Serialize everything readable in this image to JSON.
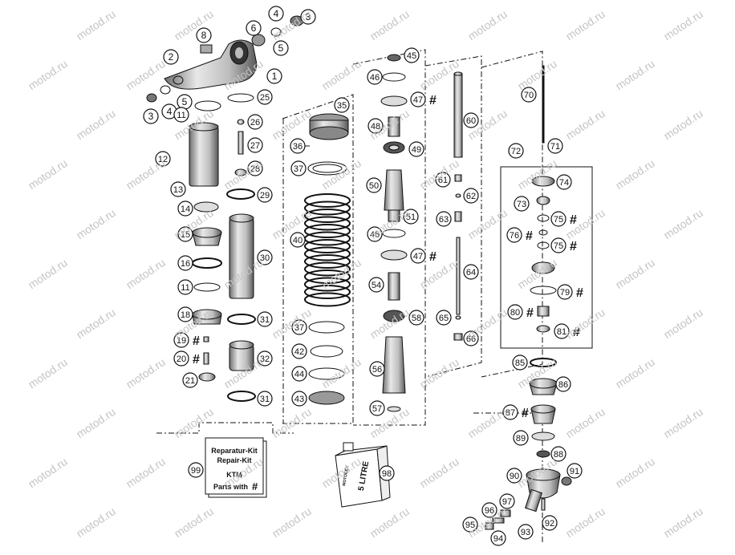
{
  "watermark": "motod.ru",
  "colors": {
    "line": "#111111",
    "part_fill": "#dcdcdc",
    "part_dark": "#8a8a8a",
    "watermark": "#c4c4c4"
  },
  "callouts": [
    "1",
    "2",
    "3",
    "4",
    "5",
    "6",
    "8",
    "11",
    "12",
    "13",
    "14",
    "15",
    "16",
    "18",
    "19",
    "20",
    "21",
    "25",
    "26",
    "27",
    "28",
    "29",
    "30",
    "31",
    "32",
    "35",
    "36",
    "37",
    "40",
    "42",
    "43",
    "44",
    "45",
    "46",
    "47",
    "48",
    "49",
    "50",
    "51",
    "54",
    "56",
    "57",
    "58",
    "60",
    "61",
    "62",
    "63",
    "64",
    "65",
    "66",
    "70",
    "71",
    "72",
    "73",
    "74",
    "75",
    "76",
    "79",
    "80",
    "81",
    "85",
    "86",
    "87",
    "88",
    "89",
    "90",
    "91",
    "92",
    "93",
    "94",
    "95",
    "96",
    "97",
    "98",
    "99"
  ],
  "hash_mark": "#",
  "repair_kit": {
    "line1": "Reparatur-Kit",
    "line2": "Repair-Kit",
    "logo": "KTM",
    "parts_with": "Parts with"
  },
  "oil_can": {
    "label": "5 LITRE",
    "side_label": "MOTOREX"
  }
}
